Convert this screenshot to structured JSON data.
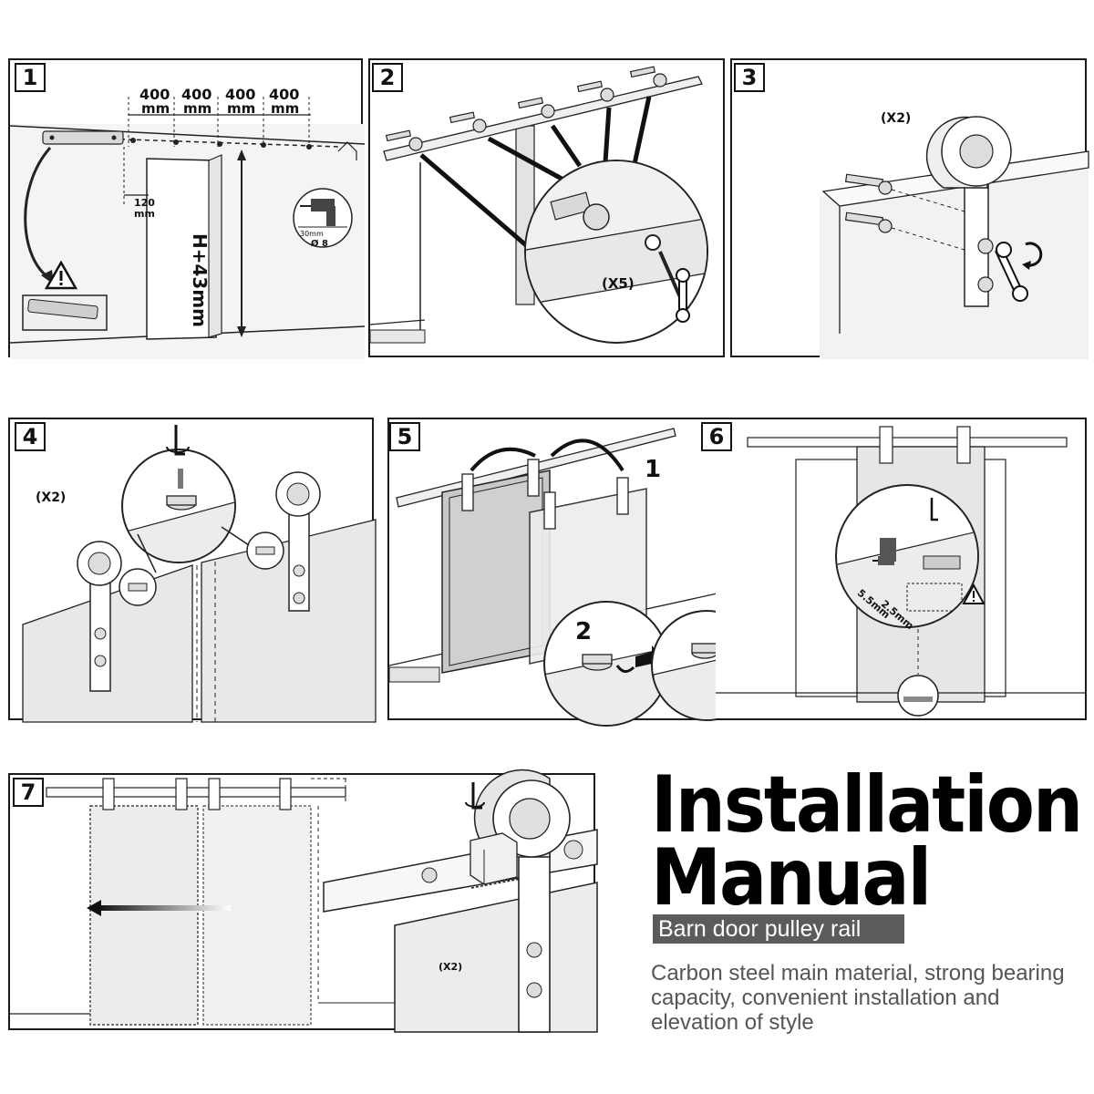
{
  "steps": [
    {
      "number": "1",
      "labels": {
        "dim1": "400",
        "dim2": "400",
        "dim3": "400",
        "dim4": "400",
        "unit": "mm",
        "offset": "120",
        "offset_unit": "mm",
        "height": "H+43mm",
        "drill_depth": "30mm",
        "drill_bit": "Ø 8"
      }
    },
    {
      "number": "2",
      "labels": {
        "qty": "(X5)"
      }
    },
    {
      "number": "3",
      "labels": {
        "qty": "(X2)"
      }
    },
    {
      "number": "4",
      "labels": {
        "qty": "(X2)"
      }
    },
    {
      "number": "5",
      "labels": {
        "stage1": "1",
        "stage2": "2"
      }
    },
    {
      "number": "6",
      "labels": {
        "gap1": "2.5mm",
        "gap2": "5.5mm"
      }
    },
    {
      "number": "7",
      "labels": {
        "qty": "(X2)"
      }
    }
  ],
  "title": {
    "line1": "Installation",
    "line2": "Manual"
  },
  "subtitle": "Barn door pulley rail",
  "description": "Carbon steel main material, strong bearing capacity, convenient installation and elevation of style",
  "colors": {
    "line": "#1a1a1a",
    "fill_light": "#efefef",
    "fill_mid": "#d9d9d9",
    "subtitle_bg": "#5b5b5b",
    "desc_text": "#555555"
  },
  "icons": [
    "warning-icon",
    "drill-icon",
    "wrench-icon",
    "rotate-arrow-icon",
    "hex-key-icon",
    "arrow-left-icon"
  ]
}
